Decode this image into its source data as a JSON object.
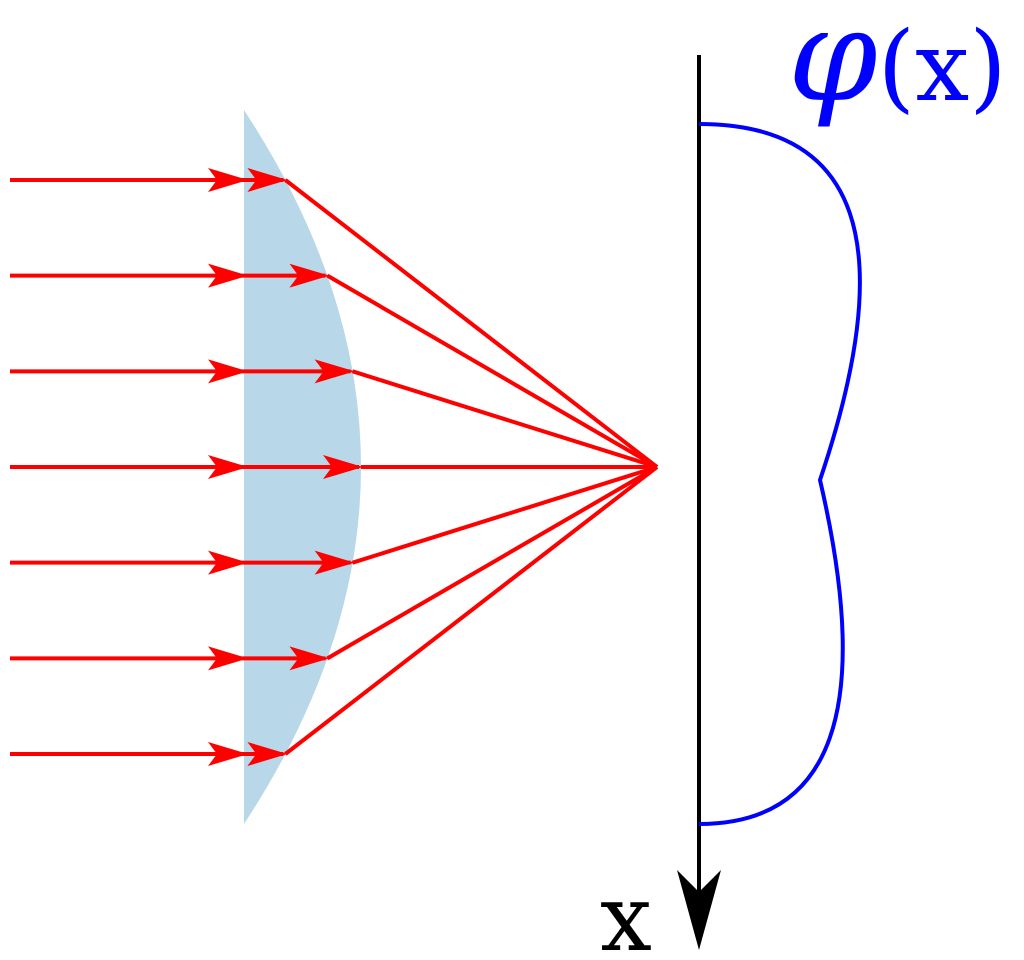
{
  "labels": {
    "phase_symbol": "φ",
    "phase_argument": "(x)",
    "axis": "x"
  },
  "colors": {
    "ray": "#ff0000",
    "lens": "#b8d7e8",
    "phase_curve": "#0000ff",
    "axis": "#000000"
  },
  "diagram": {
    "ray_count": 7,
    "ray_arrow_icon": "arrowhead-icon",
    "axis_arrow_icon": "arrow-down-icon"
  }
}
